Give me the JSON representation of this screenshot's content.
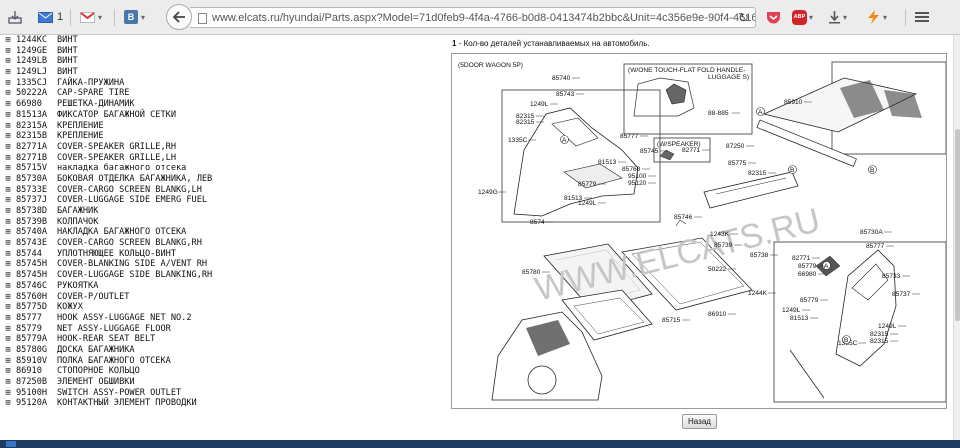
{
  "browser": {
    "url": "www.elcats.ru/hyundai/Parts.aspx?Model=71d0feb9-4f4a-4766-b0d8-0413474b2bbc&Unit=4c356e9e-90f4-4616-8096-0bd",
    "mail_count": "1",
    "bookmark_b": "B",
    "adblock_label": "ABP",
    "icons": [
      "download-tray-icon",
      "mail-icon",
      "gmail-icon",
      "vk-icon",
      "back-arrow-icon",
      "page-icon",
      "reload-icon",
      "pocket-icon",
      "adblock-icon",
      "download-icon",
      "flash-icon",
      "menu-icon"
    ]
  },
  "parts_list": [
    {
      "code": "1244KC",
      "name": "ВИНТ"
    },
    {
      "code": "1249GE",
      "name": "ВИНТ"
    },
    {
      "code": "1249LB",
      "name": "ВИНТ"
    },
    {
      "code": "1249LJ",
      "name": "ВИНТ"
    },
    {
      "code": "1335CJ",
      "name": "ГАЙКА-ПРУЖИНА"
    },
    {
      "code": "50222A",
      "name": "CAP-SPARE TIRE"
    },
    {
      "code": "66980",
      "name": "РЕШЕТКА-ДИНАМИК"
    },
    {
      "code": "81513A",
      "name": "ФИКСАТОР БАГАЖНОЙ СЕТКИ"
    },
    {
      "code": "82315A",
      "name": "КРЕПЛЕНИЕ"
    },
    {
      "code": "82315B",
      "name": "КРЕПЛЕНИЕ"
    },
    {
      "code": "82771A",
      "name": "COVER-SPEAKER GRILLE,RH"
    },
    {
      "code": "82771B",
      "name": "COVER-SPEAKER GRILLE,LH"
    },
    {
      "code": "85715V",
      "name": "накладка багажного отсека"
    },
    {
      "code": "85730A",
      "name": "БОКОВАЯ ОТДЕЛКА БАГАЖНИКА, ЛЕВ"
    },
    {
      "code": "85733E",
      "name": "COVER-CARGO SCREEN BLANKG,LH"
    },
    {
      "code": "85737J",
      "name": "COVER-LUGGAGE SIDE EMERG FUEL"
    },
    {
      "code": "85738D",
      "name": "БАГАЖНИК"
    },
    {
      "code": "85739B",
      "name": "КОЛПАЧОК"
    },
    {
      "code": "85740A",
      "name": "НАКЛАДКА БАГАЖНОГО ОТСЕКА"
    },
    {
      "code": "85743E",
      "name": "COVER-CARGO SCREEN BLANKG,RH"
    },
    {
      "code": "85744",
      "name": "УПЛОТНЯЮЩЕЕ КОЛЬЦО-ВИНТ"
    },
    {
      "code": "85745H",
      "name": "COVER-BLANKING SIDE A/VENT RH"
    },
    {
      "code": "85745H",
      "name": "COVER-LUGGAGE SIDE BLANKING,RH"
    },
    {
      "code": "85746C",
      "name": "РУКОЯТКА"
    },
    {
      "code": "85760H",
      "name": "COVER-P/OUTLET"
    },
    {
      "code": "85775D",
      "name": "КОЖУХ"
    },
    {
      "code": "85777",
      "name": "HOOK ASSY-LUGGAGE NET NO.2"
    },
    {
      "code": "85779",
      "name": "NET ASSY-LUGGAGE FLOOR"
    },
    {
      "code": "85779A",
      "name": "HOOK-REAR SEAT BELT"
    },
    {
      "code": "85780G",
      "name": "ДОСКА БАГАЖНИКА"
    },
    {
      "code": "85910V",
      "name": "ПОЛКА БАГАЖНОГО ОТСЕКА"
    },
    {
      "code": "86910",
      "name": "СТОПОРНОЕ КОЛЬЦО"
    },
    {
      "code": "87250B",
      "name": "ЭЛЕМЕНТ ОБШИВКИ"
    },
    {
      "code": "95100H",
      "name": "SWITCH ASSY-POWER OUTLET"
    },
    {
      "code": "95120A",
      "name": "КОНТАКТНЫЙ ЭЛЕМЕНТ ПРОВОДКИ"
    }
  ],
  "note": {
    "number": "1",
    "text": "- Кол-во деталей устанавливаемых на автомобиль."
  },
  "diagram": {
    "header": "(5DOOR WAGON 5P)",
    "inset_top": "(W/ONE TOUCH-FLAT FOLD HANDLE-",
    "inset_top2": "LUGGAGE S)",
    "inset_speaker": "(W/SPEAKER)",
    "watermark": "WWW.ELCATS.RU",
    "labels": [
      "85740",
      "85743",
      "1249L",
      "82315",
      "82315",
      "1335C",
      "85777",
      "85745",
      "81513",
      "85760",
      "95100",
      "95120",
      "85779",
      "81513",
      "1249L",
      "1249G",
      "8574",
      "88-885",
      "82771",
      "87250",
      "85775",
      "82315",
      "85746",
      "1243K",
      "85739",
      "85738",
      "85780",
      "50222",
      "1244K",
      "85715",
      "86910",
      "85779",
      "85910",
      "85730A",
      "82771",
      "66980",
      "85777",
      "85733",
      "85737",
      "85779",
      "1249L",
      "81513",
      "1249L",
      "82315",
      "82315",
      "1335C",
      "A",
      "A",
      "B",
      "B",
      "A",
      "B"
    ]
  },
  "back_label": "Назад"
}
